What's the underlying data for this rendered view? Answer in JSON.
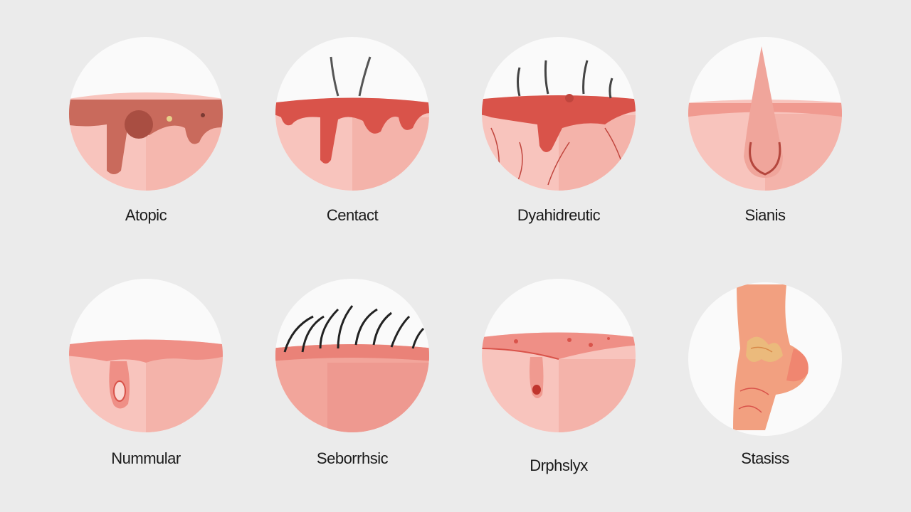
{
  "conditions": [
    {
      "label": "Atopic"
    },
    {
      "label": "Centact"
    },
    {
      "label": "Dyahidreutic"
    },
    {
      "label": "Sianis"
    },
    {
      "label": "Nummular"
    },
    {
      "label": "Seborrhsic"
    },
    {
      "label": "Drphslyx"
    },
    {
      "label": "Stasiss"
    }
  ],
  "colors": {
    "background": "#ebebeb",
    "circle": "#fafafa",
    "skin_light": "#f8c4bd",
    "skin_mid": "#f2a9a0",
    "lesion": "#d9534a",
    "lesion_dark": "#b5473e",
    "hair": "#2a2a2a"
  }
}
